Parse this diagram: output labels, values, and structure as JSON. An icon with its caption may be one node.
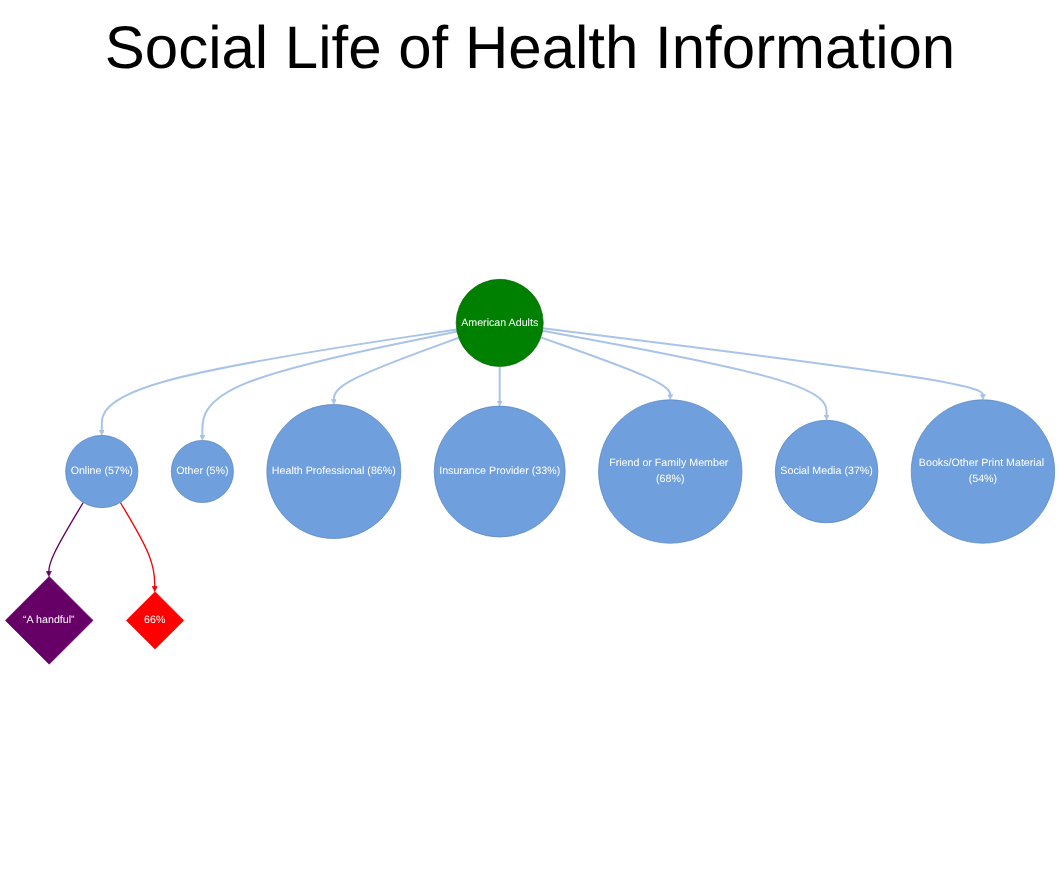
{
  "diagram": {
    "title": "Social Life of Health Information",
    "nodes": [
      {
        "text": [
          "Online (57%)"
        ]
      },
      {
        "text": [
          "“A handful”"
        ]
      },
      {
        "text": [
          "Other (5%)"
        ]
      },
      {
        "text": [
          "Health Professional (86%)"
        ]
      },
      {
        "text": [
          "American Adults"
        ]
      },
      {
        "text": [
          "Insurance Provider (33%)"
        ]
      },
      {
        "text": [
          "Friend or Family Member (68%)"
        ]
      },
      {
        "text": [
          "Social Media (37%)"
        ]
      },
      {
        "text": [
          "Books/Other Print Material (54%)"
        ]
      },
      {
        "text": [
          "66%"
        ]
      }
    ],
    "edges": [
      {
        "from": 4,
        "to": 0,
        "arrow": "to"
      },
      {
        "from": 4,
        "to": 3,
        "arrow": "to"
      },
      {
        "from": 4,
        "to": 6,
        "arrow": "to"
      },
      {
        "from": 4,
        "to": 8,
        "arrow": "to"
      },
      {
        "from": 4,
        "to": 7,
        "arrow": "to"
      },
      {
        "from": 4,
        "to": 5,
        "arrow": "to"
      },
      {
        "from": 4,
        "to": 2,
        "arrow": "to"
      },
      {
        "from": 0,
        "to": 1,
        "arrow": "to",
        "color": "#660066"
      },
      {
        "from": 0,
        "to": 9,
        "arrow": "to",
        "color": "#ff0000"
      }
    ]
  }
}
